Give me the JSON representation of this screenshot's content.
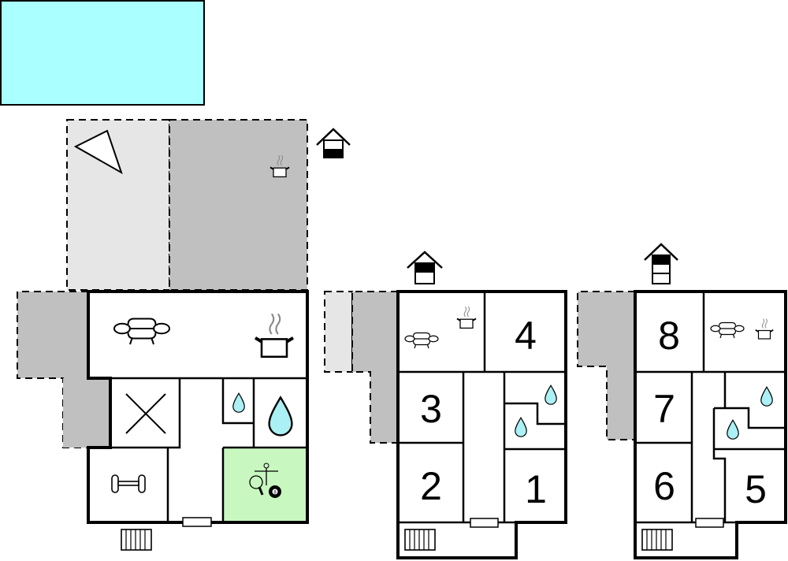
{
  "title": "Floor plan",
  "colors": {
    "pool": "#aaffff",
    "terrace_light": "#e6e6e6",
    "terrace_dark": "#c0c0c0",
    "activity_room": "#c8f8c0",
    "water": "#aaf0f5"
  },
  "floors": [
    {
      "name": "ground-floor",
      "rooms": [
        "living-kitchen",
        "utility",
        "fitness",
        "toilet",
        "bathroom",
        "activity-room"
      ],
      "icons": [
        "sofa-icon",
        "cooking-pot-icon",
        "cross-icon",
        "dumbbell-icon",
        "water-drop-icon",
        "table-tennis-icon",
        "foosball-icon",
        "billiard-ball-icon",
        "stairs-icon"
      ]
    },
    {
      "name": "first-floor",
      "bedroom_numbers": [
        "1",
        "2",
        "3",
        "4"
      ]
    },
    {
      "name": "second-floor",
      "bedroom_numbers": [
        "5",
        "6",
        "7",
        "8"
      ]
    }
  ],
  "billiard_ball_label": "8"
}
